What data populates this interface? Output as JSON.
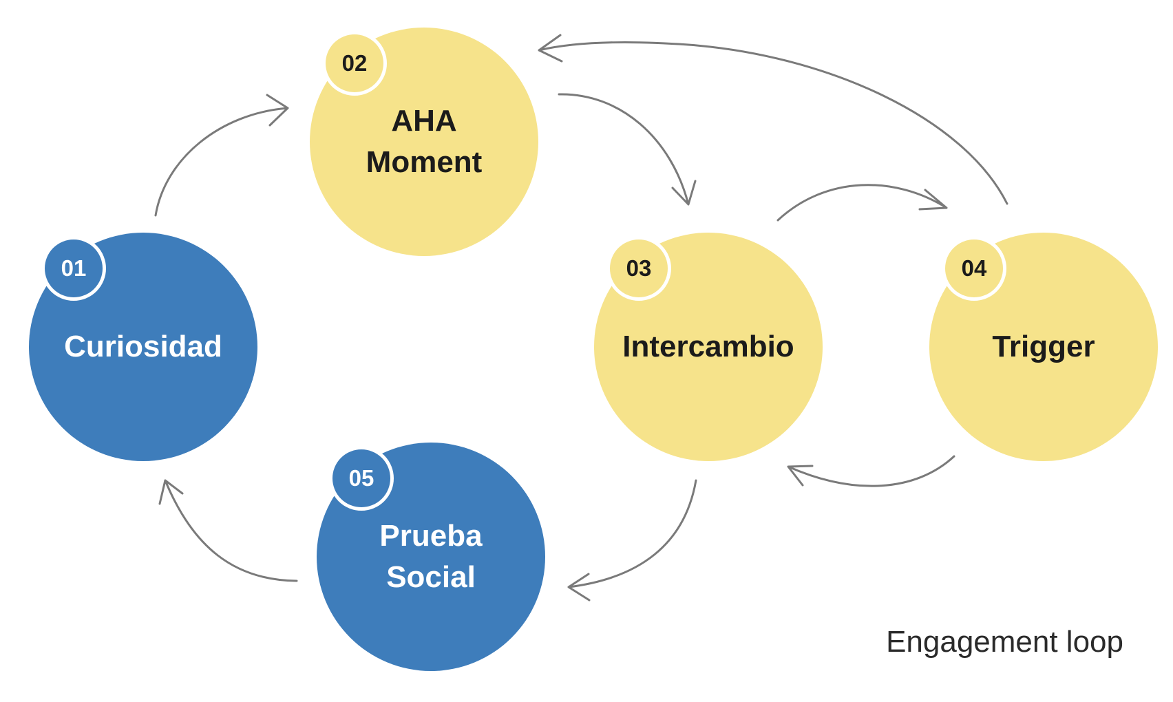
{
  "nodes": [
    {
      "number": "01",
      "label": "Curiosidad",
      "color": "#3e7dbb"
    },
    {
      "number": "02",
      "label": "AHA Moment",
      "color": "#f6e38b"
    },
    {
      "number": "03",
      "label": "Intercambio",
      "color": "#f6e38b"
    },
    {
      "number": "04",
      "label": "Trigger",
      "color": "#f6e38b"
    },
    {
      "number": "05",
      "label": "Prueba Social",
      "color": "#3e7dbb"
    }
  ],
  "caption": "Engagement loop",
  "colors": {
    "blue": "#3e7dbb",
    "yellow": "#f6e38b",
    "arrow": "#7a7a7a"
  }
}
